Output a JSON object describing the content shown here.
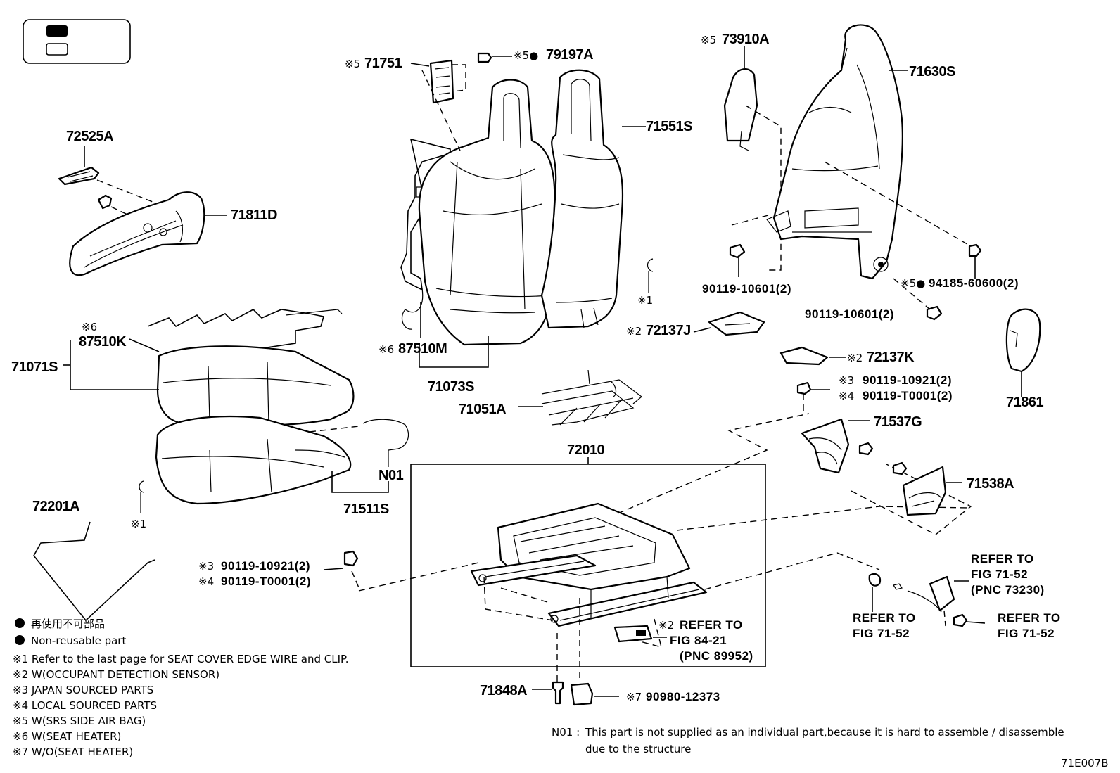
{
  "legend": {
    "filled_label": "",
    "open_label": ""
  },
  "labels": {
    "p72525A": "72525A",
    "p71811D": "71811D",
    "p71751": "71751",
    "p71751_mark": "※5",
    "p79197A": "79197A",
    "p79197A_mark": "※5●",
    "p71551S": "71551S",
    "p73910A": "73910A",
    "p73910A_mark": "※5",
    "p71630S": "71630S",
    "p87510K": "87510K",
    "p87510K_mark": "※6",
    "p71071S": "71071S",
    "p87510M": "87510M",
    "p87510M_mark": "※6",
    "p71073S": "71073S",
    "mark1_mid": "※1",
    "p72137J": "72137J",
    "p72137J_mark": "※2",
    "p90119_10601_a": "90119-10601(2)",
    "p94185": "94185-60600(2)",
    "p94185_mark": "※5●",
    "p90119_10601_b": "90119-10601(2)",
    "p72137K": "72137K",
    "p72137K_mark": "※2",
    "p71861": "71861",
    "p90119_10921_r": "90119-10921(2)",
    "p90119_10921_r_mark": "※3",
    "p90119_T0001_r": "90119-T0001(2)",
    "p90119_T0001_r_mark": "※4",
    "p71051A": "71051A",
    "p71537G": "71537G",
    "p72010": "72010",
    "pN01": "N01",
    "p71538A": "71538A",
    "p72201A": "72201A",
    "mark1_left": "※1",
    "p71511S": "71511S",
    "p90119_10921_l": "90119-10921(2)",
    "p90119_10921_l_mark": "※3",
    "p90119_T0001_l": "90119-T0001(2)",
    "p90119_T0001_l_mark": "※4",
    "ref_7152_top_1": "REFER TO",
    "ref_7152_top_2": "FIG 71-52",
    "ref_7152_top_3": "(PNC 73230)",
    "ref_7152_left_1": "REFER TO",
    "ref_7152_left_2": "FIG 71-52",
    "ref_7152_right_1": "REFER TO",
    "ref_7152_right_2": "FIG 71-52",
    "ref_8421_mark": "※2",
    "ref_8421_1": "REFER TO",
    "ref_8421_2": "FIG 84-21",
    "ref_8421_3": "(PNC 89952)",
    "p71848A": "71848A",
    "p90980": "90980-12373",
    "p90980_mark": "※7"
  },
  "notes": {
    "nonreusable_jp": "再使用不可部品",
    "nonreusable_en": "Non-reusable part",
    "n1": "※1  Refer to the last page for SEAT COVER EDGE WIRE and CLIP.",
    "n2": "※2  W(OCCUPANT DETECTION SENSOR)",
    "n3": "※3  JAPAN SOURCED PARTS",
    "n4": "※4  LOCAL SOURCED PARTS",
    "n5": "※5  W(SRS SIDE AIR BAG)",
    "n6": "※6 W(SEAT HEATER)",
    "n7": "※7 W/O(SEAT HEATER)",
    "n01_key": "N01 :",
    "n01_line1": "This part is not supplied as an individual part,because it is hard to assemble / disassemble",
    "n01_line2": "due to the structure"
  },
  "figure_id": "71E007B"
}
